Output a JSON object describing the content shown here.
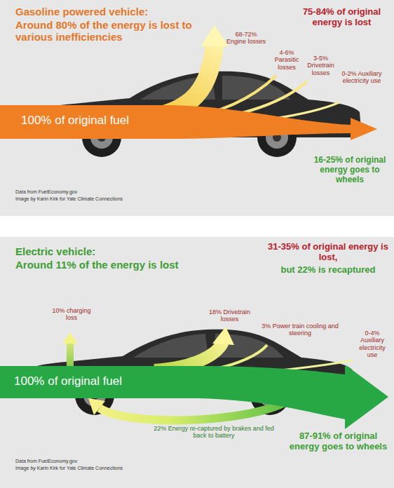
{
  "diagram": {
    "nodes": [
      {
        "text": [
          "100% of original fuel"
        ]
      },
      {
        "text": [
          "100% of original fuel"
        ]
      }
    ],
    "labels": [
      "Gasoline powered vehicle:",
      "Around 80% of the energy is lost to various inefficiencies",
      "75-84% of original energy is lost",
      "68-72% Engine losses",
      "4-6% Parasitic losses",
      "3-5% Drivetrain losses",
      "0-2% Auxiliary electricity use",
      "16-25% of original energy goes to wheels",
      "Data from FuelEconomy.gov",
      "Image by Karin Kirk for Yale Climate Connections",
      "Electric vehicle:",
      "Around 11% of the energy is lost",
      "31-35% of original energy is lost,",
      "but 22% is recaptured",
      "10% charging loss",
      "18% Drivetrain losses",
      "3% Power train cooling and steering",
      "0-4% Auxiliary electricity use",
      "22% Energy re-captured by brakes and fed back to battery",
      "87-91% of original energy goes to wheels",
      "Data from FuelEconomy.gov",
      "Image by Karin Kirk for Yale Climate Connections"
    ]
  }
}
